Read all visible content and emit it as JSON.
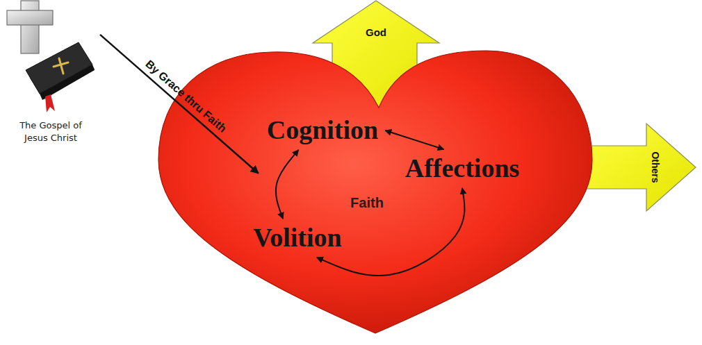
{
  "diagram": {
    "nodes": [
      {
        "text": [
          "The Gospel of Jesus Christ"
        ]
      },
      {
        "text": [
          "Faith"
        ]
      },
      {
        "text": [
          "Cognition"
        ],
        "in": 1
      },
      {
        "text": [
          "Affections"
        ],
        "in": 1
      },
      {
        "text": [
          "Volition"
        ],
        "in": 1
      },
      {
        "text": [
          "God"
        ]
      },
      {
        "text": [
          "Others"
        ]
      }
    ],
    "edges": [
      {
        "from": 0,
        "to": 1,
        "label": "By Grace thru Faith",
        "arrow": "to"
      },
      {
        "from": 2,
        "to": 3,
        "arrow": "both"
      },
      {
        "from": 2,
        "to": 4,
        "arrow": "both"
      },
      {
        "from": 4,
        "to": 3,
        "arrow": "both"
      }
    ]
  }
}
